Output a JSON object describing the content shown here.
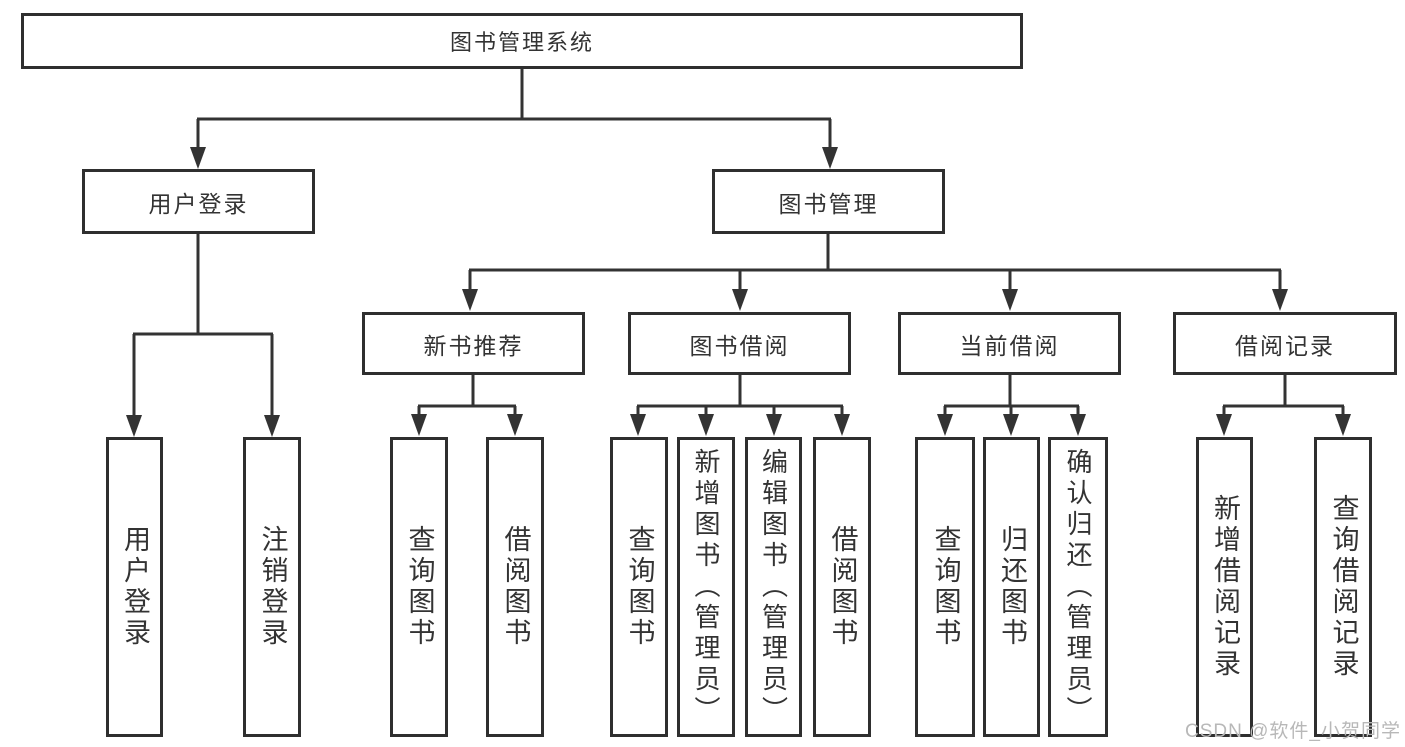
{
  "diagram": {
    "title": "图书管理系统",
    "tree": {
      "label": "图书管理系统",
      "children": [
        {
          "label": "用户登录",
          "children": [
            {
              "label": "用户登录"
            },
            {
              "label": "注销登录"
            }
          ]
        },
        {
          "label": "图书管理",
          "children": [
            {
              "label": "新书推荐",
              "children": [
                {
                  "label": "查询图书"
                },
                {
                  "label": "借阅图书"
                }
              ]
            },
            {
              "label": "图书借阅",
              "children": [
                {
                  "label": "查询图书"
                },
                {
                  "label": "新增图书（管理员）"
                },
                {
                  "label": "编辑图书（管理员）"
                },
                {
                  "label": "借阅图书"
                }
              ]
            },
            {
              "label": "当前借阅",
              "children": [
                {
                  "label": "查询图书"
                },
                {
                  "label": "归还图书"
                },
                {
                  "label": "确认归还（管理员）"
                }
              ]
            },
            {
              "label": "借阅记录",
              "children": [
                {
                  "label": "新增借阅记录"
                },
                {
                  "label": "查询借阅记录"
                }
              ]
            }
          ]
        }
      ]
    },
    "colors": {
      "line": "#333333",
      "box_border": "#2f2f2f",
      "text": "#333333",
      "watermark_text": "#b8b8b8",
      "background": "#ffffff"
    }
  },
  "watermark": {
    "text": "CSDN @软件_小贺同学"
  }
}
